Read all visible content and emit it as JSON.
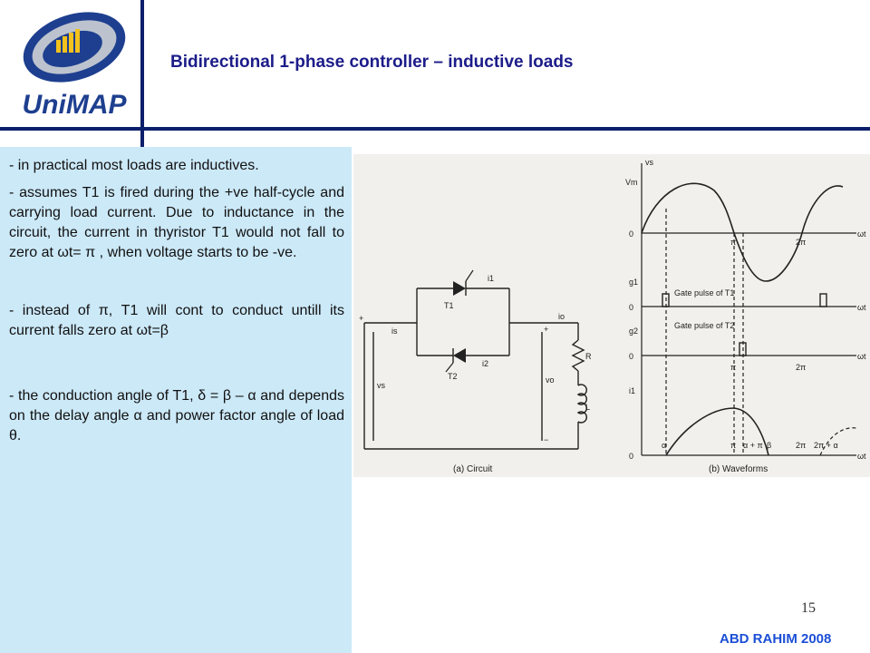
{
  "header": {
    "title": "Bidirectional 1-phase controller – inductive loads",
    "logo_text": "UniMAP"
  },
  "body": {
    "p1": "- in practical most loads are inductives.",
    "p2": "- assumes T1 is fired during the +ve half-cycle and carrying load current. Due to inductance in the circuit, the current in thyristor T1 would not fall to zero at ωt= π , when voltage starts to be -ve.",
    "p3": "- instead of π, T1 will cont to conduct untill its current falls zero at ωt=β",
    "p4": "- the conduction angle of T1, δ = β – α and depends on the delay angle α and power factor angle of load θ."
  },
  "figure": {
    "circuit": {
      "caption": "(a) Circuit",
      "labels": {
        "t1": "T1",
        "t2": "T2",
        "i1": "i1",
        "i2": "i2",
        "is": "is",
        "io": "io",
        "vs": "vs",
        "vo": "vo",
        "r": "R",
        "l": "L",
        "plus": "+",
        "minus": "−"
      }
    },
    "waveforms": {
      "caption": "(b) Waveforms",
      "labels": {
        "vs": "vs",
        "vm": "Vm",
        "zero": "0",
        "wt": "ωt",
        "g1": "g1",
        "g2": "g2",
        "i1": "i1",
        "gate1": "Gate pulse of T1",
        "gate2": "Gate pulse of T2",
        "pi": "π",
        "two_pi": "2π",
        "alpha": "α",
        "alpha_pi": "α + π",
        "beta": "β",
        "two_pi_alpha": "2π + α"
      }
    }
  },
  "footer": {
    "page_number": "15",
    "author": "ABD RAHIM 2008"
  },
  "colors": {
    "title": "#1c1c8a",
    "rule": "#0b1f6b",
    "panel": "#cce9f8",
    "footer": "#1c4fd6"
  }
}
